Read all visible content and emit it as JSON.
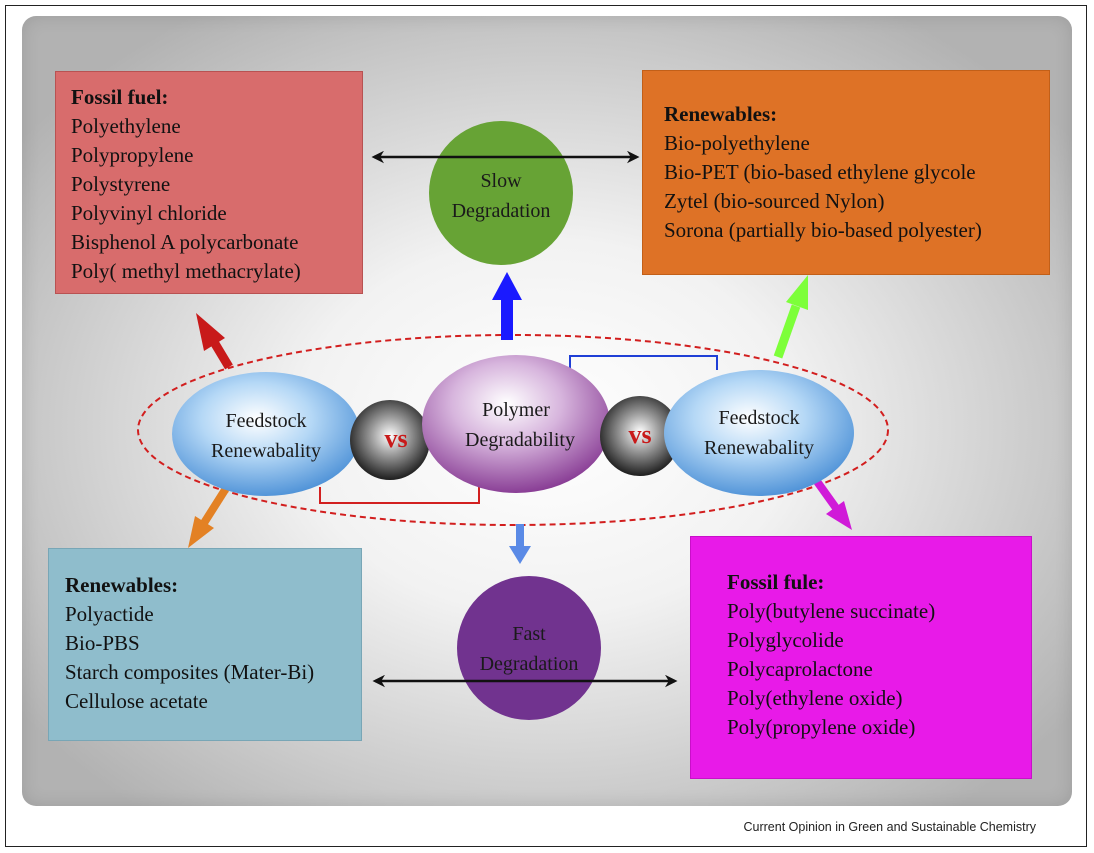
{
  "colors": {
    "fossil_box": "#d86c6c",
    "renewables_top_box": "#de7226",
    "renewables_bottom_box": "#8fbdcc",
    "fossil_bottom_box": "#e81ae8",
    "slow_circle": "#67a335",
    "fast_circle": "#71338f",
    "vs_text": "#c81a1a",
    "dashed_ellipse": "#d21e1e"
  },
  "boxes": {
    "top_left": {
      "heading": "Fossil fuel:",
      "items": [
        "Polyethylene",
        "Polypropylene",
        "Polystyrene",
        "Polyvinyl chloride",
        "Bisphenol A polycarbonate",
        "Poly( methyl methacrylate)"
      ]
    },
    "top_right": {
      "heading": "Renewables:",
      "items": [
        "Bio-polyethylene",
        "Bio-PET (bio-based ethylene glycole",
        "Zytel (bio-sourced Nylon)",
        "Sorona (partially bio-based polyester)"
      ]
    },
    "bottom_left": {
      "heading": "Renewables:",
      "items": [
        "Polyactide",
        "Bio-PBS",
        "Starch composites (Mater-Bi)",
        "Cellulose acetate"
      ]
    },
    "bottom_right": {
      "heading": "Fossil fule:",
      "items": [
        "Poly(butylene succinate)",
        "Polyglycolide",
        "Polycaprolactone",
        "Poly(ethylene oxide)",
        "Poly(propylene oxide)"
      ]
    }
  },
  "circles": {
    "slow": [
      "Slow",
      "Degradation"
    ],
    "fast": [
      "Fast",
      "Degradation"
    ]
  },
  "center": {
    "left_ellipse": [
      "Feedstock",
      "Renewabality"
    ],
    "middle_ellipse": [
      "Polymer",
      "Degradability"
    ],
    "right_ellipse": [
      "Feedstock",
      "Renewabality"
    ],
    "vs_left": "vs",
    "vs_right": "vs"
  },
  "caption": "Current Opinion in Green and Sustainable Chemistry"
}
